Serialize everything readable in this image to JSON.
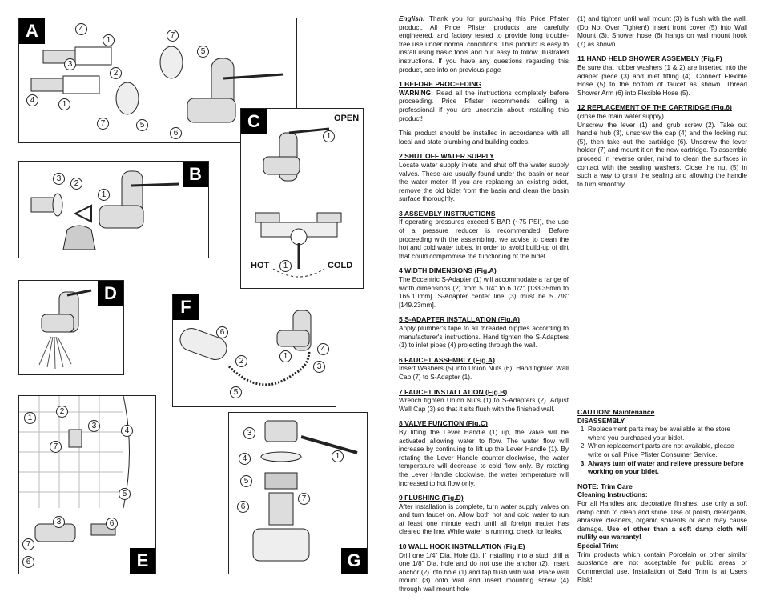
{
  "figures": {
    "A": {
      "letter": "A",
      "callouts": [
        "4",
        "1",
        "7",
        "3",
        "2",
        "5",
        "4",
        "1",
        "7",
        "5",
        "6"
      ]
    },
    "B": {
      "letter": "B",
      "callouts": [
        "3",
        "2",
        "1"
      ]
    },
    "C": {
      "letter": "C",
      "open_label": "OPEN",
      "hot_label": "HOT",
      "cold_label": "COLD",
      "callouts": [
        "1",
        "1"
      ]
    },
    "D": {
      "letter": "D"
    },
    "E": {
      "letter": "E",
      "callouts": [
        "1",
        "2",
        "3",
        "4",
        "7",
        "5",
        "3",
        "6",
        "7",
        "6"
      ]
    },
    "F": {
      "letter": "F",
      "callouts": [
        "6",
        "2",
        "1",
        "4",
        "3",
        "5"
      ]
    },
    "G": {
      "letter": "G",
      "callouts": [
        "3",
        "4",
        "1",
        "5",
        "7",
        "6"
      ]
    }
  },
  "text": {
    "intro_lead": "English:",
    "intro": "Thank you for purchasing this Price Pfister product. All Price Pfister products are carefully engineered, and factory tested to provide long trouble-free use under normal conditions. This product is easy to install using basic tools and our easy to follow illustrated instructions. If you have any questions regarding this product, see info on previous page",
    "s1_head": "1 BEFORE PROCEEDING",
    "s1_warn_label": "WARNING:",
    "s1_warn": "Read all the instructions completely before proceeding. Price Pfister recommends calling a professional if you are uncertain about installing this product!",
    "s1_p2": "This product should be installed in accordance with all local and state plumbing and building codes.",
    "s2_head": "2 SHUT OFF WATER SUPPLY",
    "s2": "Locate water supply inlets and shut off the water supply valves. These are usually found under the basin or near the water meter. If you are replacing an existing bidet, remove the old bidet from the basin and clean the basin surface thoroughly.",
    "s3_head": "3 ASSEMBLY INSTRUCTIONS",
    "s3": "If operating pressures exceed 5 BAR (~75 PSI), the use of a pressure reducer is recommended. Before proceeding with the assembling, we advise to clean the hot and cold water tubes, in order to avoid build-up of dirt that could compromise the functioning of the bidet.",
    "s4_head": "4 WIDTH DIMENSIONS (Fig.A)",
    "s4": "The Eccentric S-Adapter (1) will accommodate a range of width dimensions (2) from 5 1/4\" to 6 1/2\" [133.35mm to 165.10mm]. S-Adapter center line (3) must be 5 7/8\" [149.23mm].",
    "s5_head": "5 S-ADAPTER INSTALLATION (Fig.A)",
    "s5": "Apply plumber's tape to all threaded nipples according to manufacturer's instructions. Hand tighten the S-Adapters (1) to inlet pipes (4) projecting through the wall.",
    "s6_head": "6 FAUCET ASSEMBLY (Fig.A)",
    "s6": "Insert Washers (5) into Union Nuts (6). Hand tighten Wall Cap (7) to S-Adapter (1).",
    "s7_head": "7 FAUCET INSTALLATION (Fig.B)",
    "s7": "Wrench tighten Union Nuts (1) to S-Adapters (2). Adjust Wall Cap (3) so that it sits flush with the finished wall.",
    "s8_head": "8 VALVE FUNCTION (Fig.C)",
    "s8": "By lifting the Lever Handle (1) up, the valve will be activated allowing water to flow. The water flow will increase by continuing to lift up the Lever Handle (1). By rotating the Lever Handle counter-clockwise, the water temperature will decrease to cold flow only. By rotating the Lever Handle clockwise, the water temperature will increased to hot flow only.",
    "s9_head": "9 FLUSHING (Fig.D)",
    "s9": "After installation is complete, turn water supply valves on and turn faucet on. Allow both hot and cold water to run at least one minute each until all foreign matter has cleared the line. While water is running, check for leaks.",
    "s10_head": "10 WALL HOOK INSTALLATION (Fig.E)",
    "s10": "Drill one 1/4\" Dia. Hole (1). If installing into a stud, drill a one 1/8\" Dia. hole and do not use the anchor (2). Insert anchor (2) into hole (1) and tap flush with wall. Place wall mount (3) onto wall and insert mounting screw (4) through wall mount hole",
    "s10_cont": "(1) and tighten until wall mount (3) is flush with the wall. (Do Not Over Tighten!) Insert front cover (5) into Wall Mount (3). Shower hose (6) hangs on wall mount hook (7) as shown.",
    "s11_head": "11 HAND HELD SHOWER ASSEMBLY (Fig.F)",
    "s11": "Be sure that rubber washers (1 & 2) are inserted into the adaper piece (3) and inlet fitting (4). Connect Flexible Hose (5) to the bottom of faucet as shown. Thread Shower Arm (6) into Flexible Hose (5).",
    "s12_head": "12 REPLACEMENT OF THE CARTRIDGE (Fig.6)",
    "s12_sub": "(close the main water supply)",
    "s12": "Unscrew the lever (1) and grub screw (2). Take out handle hub (3), unscrew the cap (4) and the locking nut (5), then take out the cartridge (6). Unscrew the lever holder (7) and mount it on the new cartridge. To assemble proceed in reverse order, mind to clean the surfaces in contact with the sealing washers. Close the nut (5) in such a way to grant the sealing and allowing the handle to turn smoothly.",
    "caution_head": "CAUTION: Maintenance",
    "caution_sub": "DISASSEMBLY",
    "caution_items": [
      "Replacement parts may be available at the store where you purchased your bidet.",
      "When replacement parts are not available, please write or call Price Pfister Consumer Service.",
      "Always turn off water and relieve pressure before working on your bidet."
    ],
    "note_head": "NOTE: Trim Care",
    "note_sub": "Cleaning Instructions:",
    "note_p1": "For all Handles and decorative finishes, use only a soft damp cloth to clean and shine. Use of polish, detergents, abrasive cleaners, organic solvents or acid may cause damage.",
    "note_p1_bold": "Use of other than a soft damp cloth will nullify our warranty!",
    "note_sub2": "Special Trim:",
    "note_p2": "Trim products which contain Porcelain or other similar substance are not acceptable for public areas or Commercial use. Installation of Said Trim is at Users Risk!"
  }
}
